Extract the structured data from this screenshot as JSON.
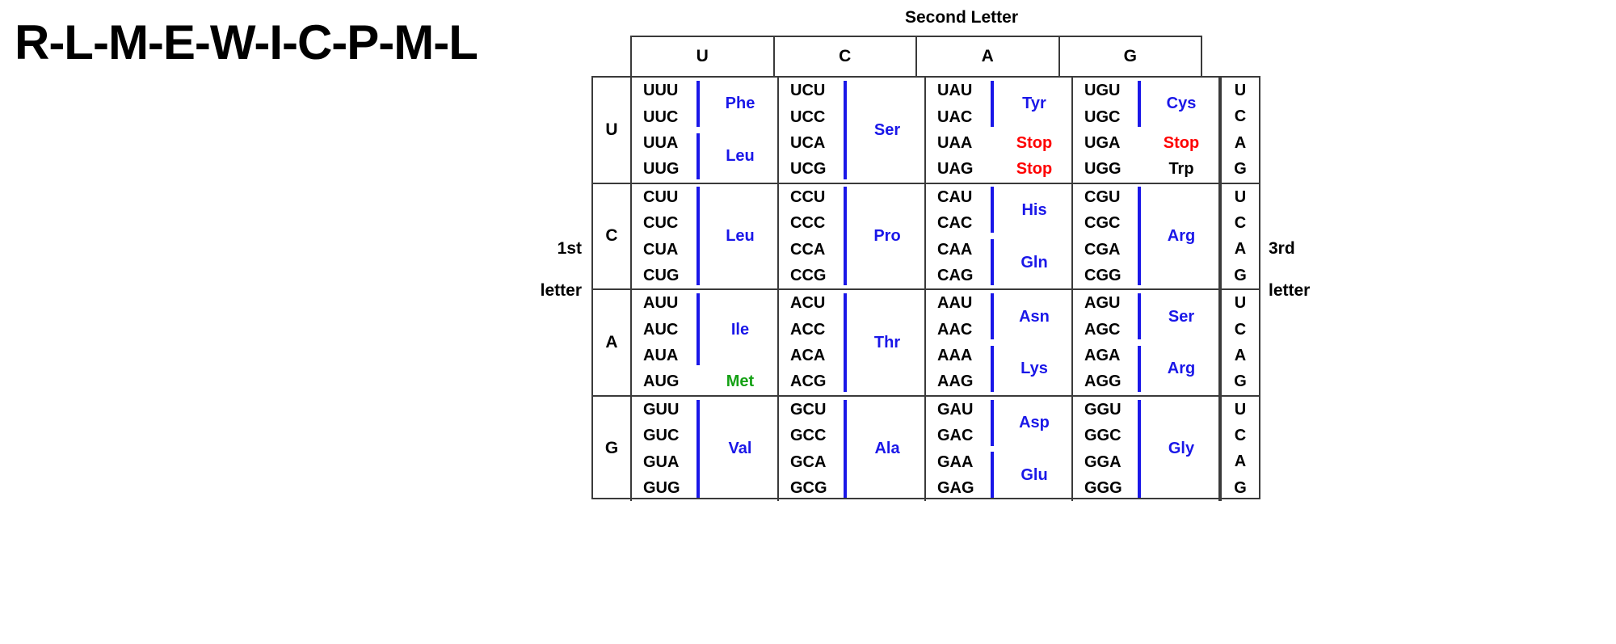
{
  "title": "R-L-M-E-W-I-C-P-M-L",
  "table": {
    "second_letter_title": "Second Letter",
    "first_letter_label_line1": "1st",
    "first_letter_label_line2": "letter",
    "third_letter_label_line1": "3rd",
    "third_letter_label_line2": "letter",
    "second_letter_headers": [
      "U",
      "C",
      "A",
      "G"
    ],
    "third_letters": [
      "U",
      "C",
      "A",
      "G"
    ],
    "colors": {
      "amino_acid": "#1a17e8",
      "stop": "#fe0000",
      "start_met": "#14a114",
      "trp": "#000000",
      "border": "#3a3a3a"
    },
    "rows": [
      {
        "first_letter": "U",
        "cells": [
          {
            "codons": [
              "UUU",
              "UUC",
              "UUA",
              "UUG"
            ],
            "groups": [
              {
                "label": "Phe",
                "color": "blue",
                "span": 2,
                "start": 0
              },
              {
                "label": "Leu",
                "color": "blue",
                "span": 2,
                "start": 2
              }
            ]
          },
          {
            "codons": [
              "UCU",
              "UCC",
              "UCA",
              "UCG"
            ],
            "groups": [
              {
                "label": "Ser",
                "color": "blue",
                "span": 4,
                "start": 0
              }
            ]
          },
          {
            "codons": [
              "UAU",
              "UAC",
              "UAA",
              "UAG"
            ],
            "groups": [
              {
                "label": "Tyr",
                "color": "blue",
                "span": 2,
                "start": 0
              },
              {
                "label": "Stop",
                "color": "red",
                "span": 1,
                "start": 2
              },
              {
                "label": "Stop",
                "color": "red",
                "span": 1,
                "start": 3
              }
            ]
          },
          {
            "codons": [
              "UGU",
              "UGC",
              "UGA",
              "UGG"
            ],
            "groups": [
              {
                "label": "Cys",
                "color": "blue",
                "span": 2,
                "start": 0
              },
              {
                "label": "Stop",
                "color": "red",
                "span": 1,
                "start": 2
              },
              {
                "label": "Trp",
                "color": "black",
                "span": 1,
                "start": 3
              }
            ]
          }
        ]
      },
      {
        "first_letter": "C",
        "cells": [
          {
            "codons": [
              "CUU",
              "CUC",
              "CUA",
              "CUG"
            ],
            "groups": [
              {
                "label": "Leu",
                "color": "blue",
                "span": 4,
                "start": 0
              }
            ]
          },
          {
            "codons": [
              "CCU",
              "CCC",
              "CCA",
              "CCG"
            ],
            "groups": [
              {
                "label": "Pro",
                "color": "blue",
                "span": 4,
                "start": 0
              }
            ]
          },
          {
            "codons": [
              "CAU",
              "CAC",
              "CAA",
              "CAG"
            ],
            "groups": [
              {
                "label": "His",
                "color": "blue",
                "span": 2,
                "start": 0
              },
              {
                "label": "Gln",
                "color": "blue",
                "span": 2,
                "start": 2
              }
            ]
          },
          {
            "codons": [
              "CGU",
              "CGC",
              "CGA",
              "CGG"
            ],
            "groups": [
              {
                "label": "Arg",
                "color": "blue",
                "span": 4,
                "start": 0
              }
            ]
          }
        ]
      },
      {
        "first_letter": "A",
        "cells": [
          {
            "codons": [
              "AUU",
              "AUC",
              "AUA",
              "AUG"
            ],
            "groups": [
              {
                "label": "Ile",
                "color": "blue",
                "span": 3,
                "start": 0
              },
              {
                "label": "Met",
                "color": "green",
                "span": 1,
                "start": 3
              }
            ]
          },
          {
            "codons": [
              "ACU",
              "ACC",
              "ACA",
              "ACG"
            ],
            "groups": [
              {
                "label": "Thr",
                "color": "blue",
                "span": 4,
                "start": 0
              }
            ]
          },
          {
            "codons": [
              "AAU",
              "AAC",
              "AAA",
              "AAG"
            ],
            "groups": [
              {
                "label": "Asn",
                "color": "blue",
                "span": 2,
                "start": 0
              },
              {
                "label": "Lys",
                "color": "blue",
                "span": 2,
                "start": 2
              }
            ]
          },
          {
            "codons": [
              "AGU",
              "AGC",
              "AGA",
              "AGG"
            ],
            "groups": [
              {
                "label": "Ser",
                "color": "blue",
                "span": 2,
                "start": 0
              },
              {
                "label": "Arg",
                "color": "blue",
                "span": 2,
                "start": 2
              }
            ]
          }
        ]
      },
      {
        "first_letter": "G",
        "cells": [
          {
            "codons": [
              "GUU",
              "GUC",
              "GUA",
              "GUG"
            ],
            "groups": [
              {
                "label": "Val",
                "color": "blue",
                "span": 4,
                "start": 0
              }
            ]
          },
          {
            "codons": [
              "GCU",
              "GCC",
              "GCA",
              "GCG"
            ],
            "groups": [
              {
                "label": "Ala",
                "color": "blue",
                "span": 4,
                "start": 0
              }
            ]
          },
          {
            "codons": [
              "GAU",
              "GAC",
              "GAA",
              "GAG"
            ],
            "groups": [
              {
                "label": "Asp",
                "color": "blue",
                "span": 2,
                "start": 0
              },
              {
                "label": "Glu",
                "color": "blue",
                "span": 2,
                "start": 2
              }
            ]
          },
          {
            "codons": [
              "GGU",
              "GGC",
              "GGA",
              "GGG"
            ],
            "groups": [
              {
                "label": "Gly",
                "color": "blue",
                "span": 4,
                "start": 0
              }
            ]
          }
        ]
      }
    ]
  }
}
